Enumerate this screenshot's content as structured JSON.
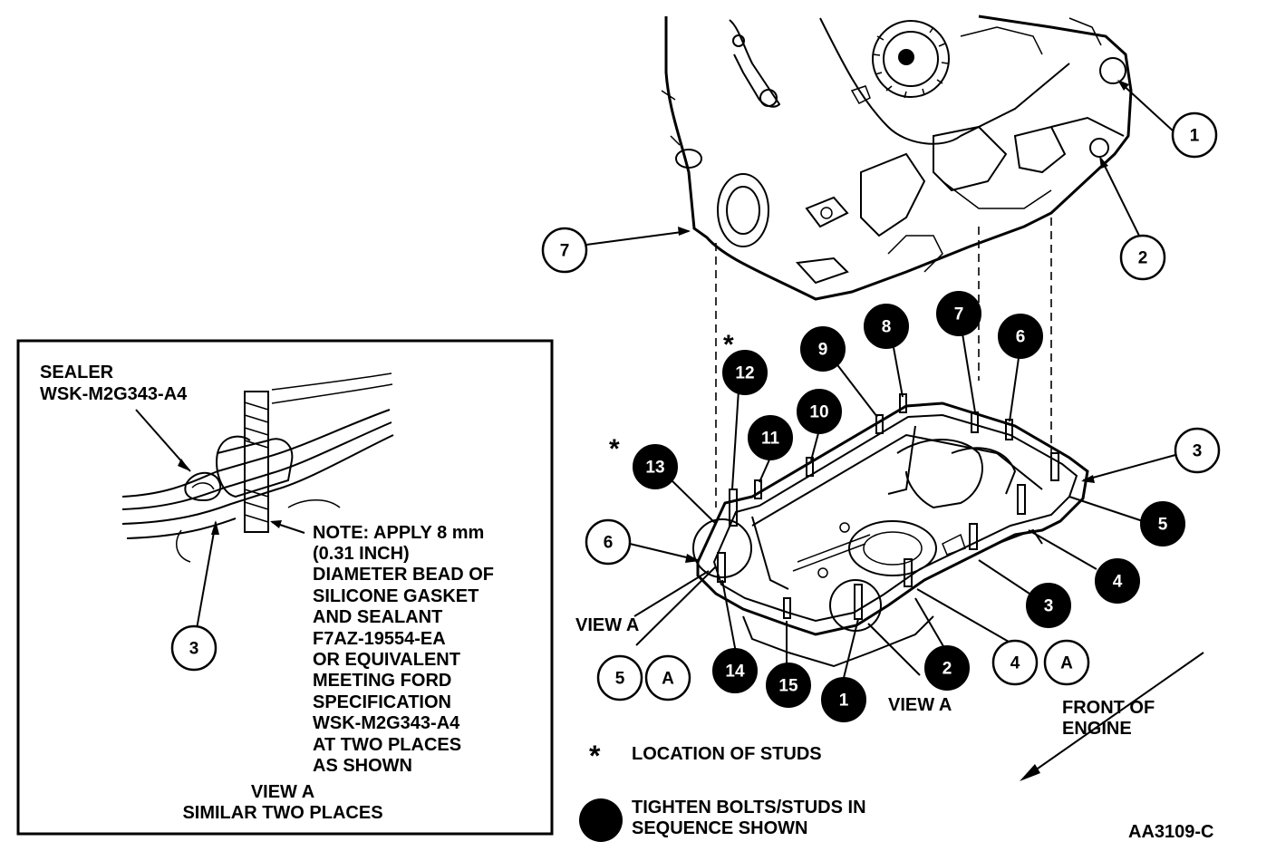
{
  "inset": {
    "sealer_label": [
      "SEALER",
      "WSK-M2G343-A4"
    ],
    "note_lines": [
      "NOTE: APPLY 8 mm",
      "(0.31 INCH)",
      "DIAMETER BEAD OF",
      "SILICONE GASKET",
      "AND SEALANT",
      "F7AZ-19554-EA",
      "OR EQUIVALENT",
      "MEETING FORD",
      "SPECIFICATION",
      "WSK-M2G343-A4",
      "AT TWO PLACES",
      "AS SHOWN"
    ],
    "view_title": "VIEW A",
    "view_subtitle": "SIMILAR TWO PLACES",
    "callout": "3"
  },
  "callouts_open": [
    {
      "id": "part-1",
      "label": "1"
    },
    {
      "id": "part-2",
      "label": "2"
    },
    {
      "id": "part-3-upper",
      "label": "3"
    },
    {
      "id": "part-6",
      "label": "6"
    },
    {
      "id": "part-7",
      "label": "7"
    },
    {
      "id": "part-5",
      "label": "5"
    },
    {
      "id": "view-a-left",
      "label": "A"
    },
    {
      "id": "part-4",
      "label": "4"
    },
    {
      "id": "view-a-right",
      "label": "A"
    }
  ],
  "callouts_sequence": [
    {
      "id": "seq-1",
      "label": "1"
    },
    {
      "id": "seq-2",
      "label": "2"
    },
    {
      "id": "seq-3",
      "label": "3"
    },
    {
      "id": "seq-4",
      "label": "4"
    },
    {
      "id": "seq-5",
      "label": "5"
    },
    {
      "id": "seq-6",
      "label": "6"
    },
    {
      "id": "seq-7",
      "label": "7"
    },
    {
      "id": "seq-8",
      "label": "8"
    },
    {
      "id": "seq-9",
      "label": "9"
    },
    {
      "id": "seq-10",
      "label": "10"
    },
    {
      "id": "seq-11",
      "label": "11"
    },
    {
      "id": "seq-12",
      "label": "12"
    },
    {
      "id": "seq-13",
      "label": "13"
    },
    {
      "id": "seq-14",
      "label": "14"
    },
    {
      "id": "seq-15",
      "label": "15"
    }
  ],
  "labels": {
    "view_a_left": "VIEW A",
    "view_a_bottom": "VIEW A",
    "front_of_engine": [
      "FRONT OF",
      "ENGINE"
    ],
    "stud_marker": "*"
  },
  "legend": {
    "studs_symbol": "*",
    "studs_text": "LOCATION OF STUDS",
    "sequence_text": [
      "TIGHTEN BOLTS/STUDS IN",
      "SEQUENCE SHOWN"
    ]
  },
  "figure_id": "AA3109-C"
}
